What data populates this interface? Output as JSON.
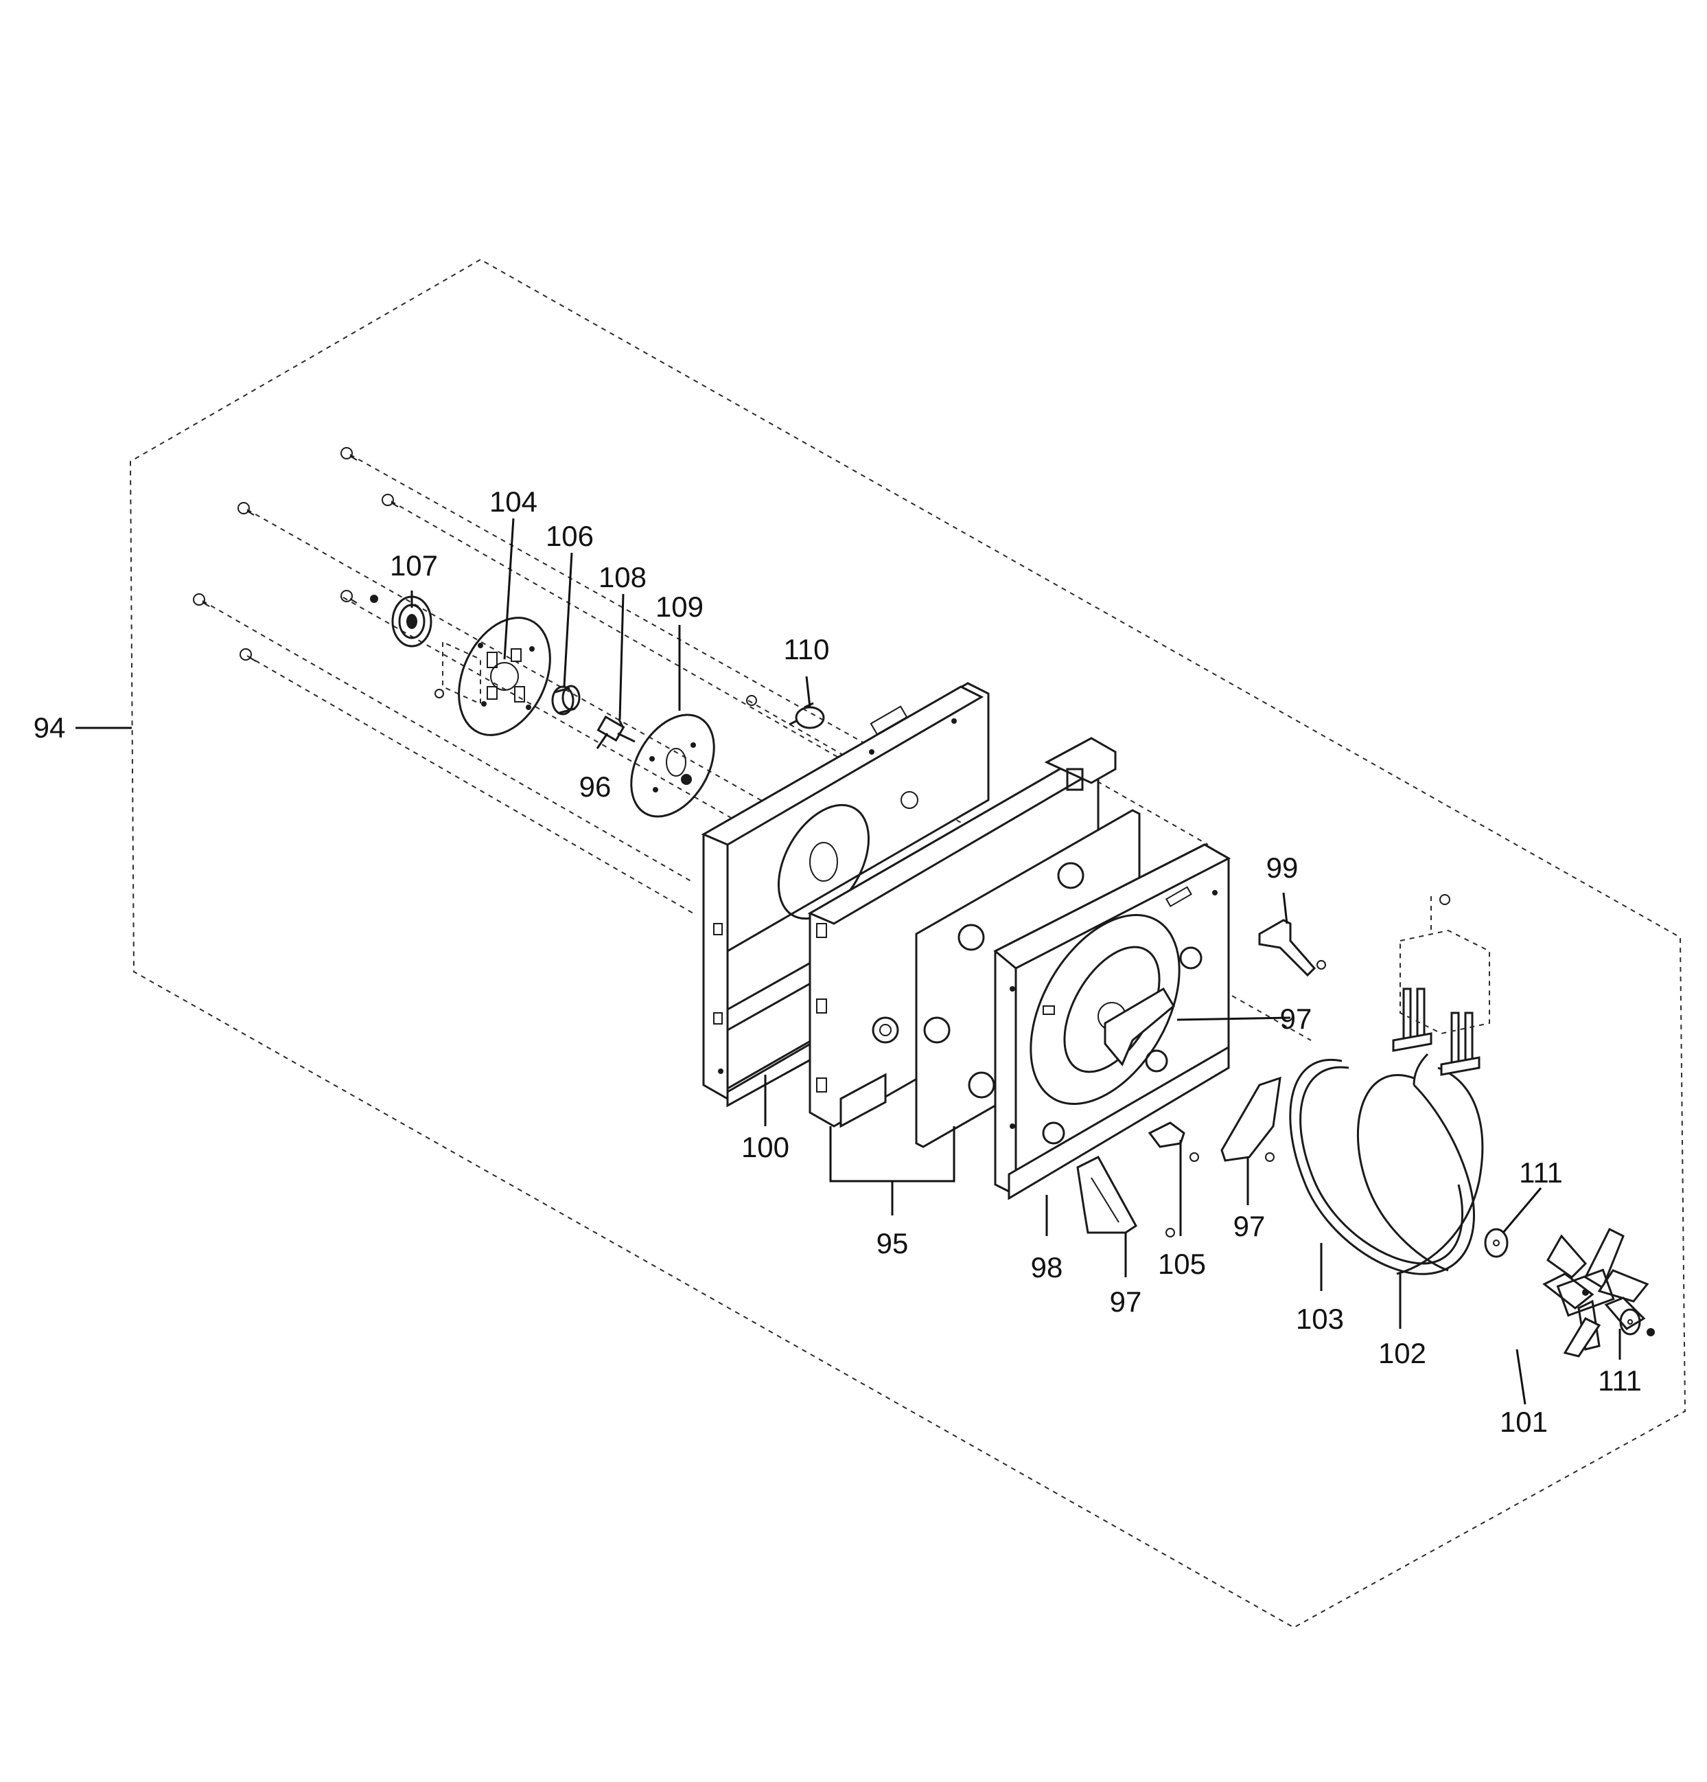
{
  "callouts": {
    "c94": "94",
    "c95": "95",
    "c96": "96",
    "c97a": "97",
    "c97b": "97",
    "c97c": "97",
    "c98": "98",
    "c99": "99",
    "c100": "100",
    "c101": "101",
    "c102": "102",
    "c103": "103",
    "c104": "104",
    "c105": "105",
    "c106": "106",
    "c107": "107",
    "c108": "108",
    "c109": "109",
    "c110": "110",
    "c111a": "111",
    "c111b": "111"
  },
  "colors": {
    "ink": "#1a1a1a",
    "background": "#ffffff"
  }
}
